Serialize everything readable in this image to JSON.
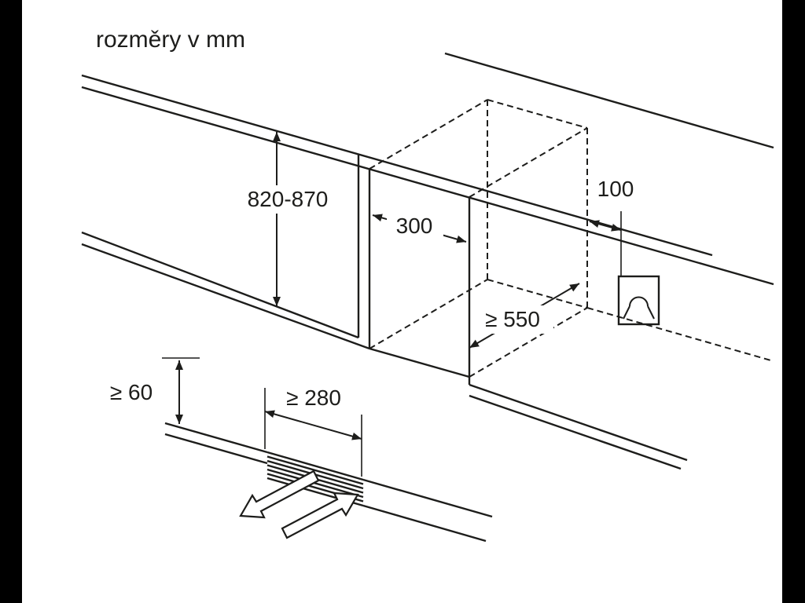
{
  "title": "rozměry v mm",
  "dimensions": {
    "height": "820-870",
    "niche_width": "300",
    "socket_offset": "100",
    "depth": "≥ 550",
    "plinth_height": "≥ 60",
    "vent_width": "≥ 280"
  },
  "icons": {
    "power_socket": "power-socket-icon",
    "airflow_out": "airflow-out-arrow",
    "airflow_in": "airflow-in-arrow"
  },
  "colors": {
    "line": "#1d1d1b",
    "background": "#ffffff",
    "frame": "#000000"
  }
}
